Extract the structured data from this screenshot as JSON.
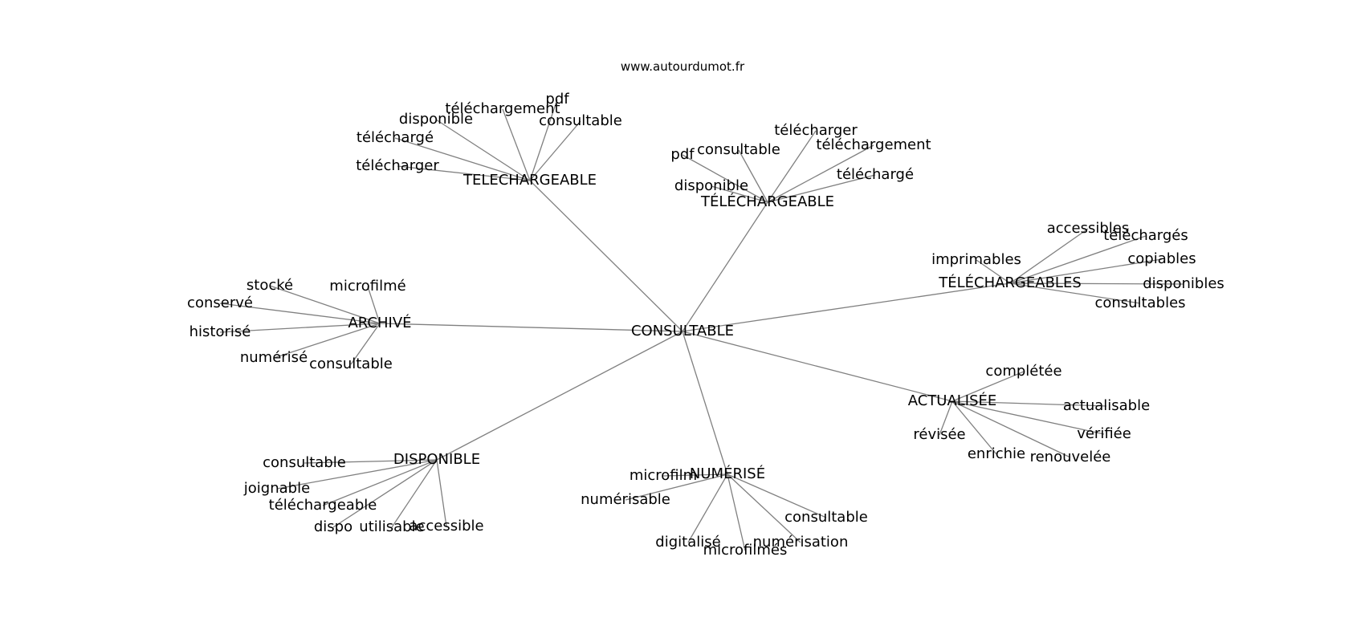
{
  "site": "www.autourdumot.fr",
  "colors": {
    "edge": "#808080",
    "text": "#000000",
    "background": "#ffffff"
  },
  "graph": {
    "root": "CONSULTABLE",
    "nodes": [
      {
        "id": "consultable_root",
        "label": "CONSULTABLE"
      },
      {
        "id": "telechargeable1",
        "label": "TELECHARGEABLE"
      },
      {
        "id": "telechargeable2",
        "label": "TÉLÉCHARGEABLE"
      },
      {
        "id": "telechargeables",
        "label": "TÉLÉCHARGEABLES"
      },
      {
        "id": "archive",
        "label": "ARCHIVÉ"
      },
      {
        "id": "actualisee",
        "label": "ACTUALISÉE"
      },
      {
        "id": "disponible",
        "label": "DISPONIBLE"
      },
      {
        "id": "numerise",
        "label": "NUMÉRISÉ"
      },
      {
        "id": "t1_pdf",
        "label": "pdf"
      },
      {
        "id": "t1_telechargement",
        "label": "téléchargement"
      },
      {
        "id": "t1_consultable",
        "label": "consultable"
      },
      {
        "id": "t1_disponible",
        "label": "disponible"
      },
      {
        "id": "t1_telecharge",
        "label": "téléchargé"
      },
      {
        "id": "t1_telecharger",
        "label": "télécharger"
      },
      {
        "id": "t2_pdf",
        "label": "pdf"
      },
      {
        "id": "t2_consultable",
        "label": "consultable"
      },
      {
        "id": "t2_telecharger",
        "label": "télécharger"
      },
      {
        "id": "t2_telechargement",
        "label": "téléchargement"
      },
      {
        "id": "t2_telecharge",
        "label": "téléchargé"
      },
      {
        "id": "t2_disponible",
        "label": "disponible"
      },
      {
        "id": "ts_accessibles",
        "label": "accessibles"
      },
      {
        "id": "ts_telecharges",
        "label": "téléchargés"
      },
      {
        "id": "ts_imprimables",
        "label": "imprimables"
      },
      {
        "id": "ts_copiables",
        "label": "copiables"
      },
      {
        "id": "ts_disponibles",
        "label": "disponibles"
      },
      {
        "id": "ts_consultables",
        "label": "consultables"
      },
      {
        "id": "a_stocke",
        "label": "stocké"
      },
      {
        "id": "a_microfilme",
        "label": "microfilmé"
      },
      {
        "id": "a_conserve",
        "label": "conservé"
      },
      {
        "id": "a_historise",
        "label": "historisé"
      },
      {
        "id": "a_numerise",
        "label": "numérisé"
      },
      {
        "id": "a_consultable",
        "label": "consultable"
      },
      {
        "id": "ac_completee",
        "label": "complétée"
      },
      {
        "id": "ac_actualisable",
        "label": "actualisable"
      },
      {
        "id": "ac_revisee",
        "label": "révisée"
      },
      {
        "id": "ac_verifiee",
        "label": "vérifiée"
      },
      {
        "id": "ac_enrichie",
        "label": "enrichie"
      },
      {
        "id": "ac_renouvelee",
        "label": "renouvelée"
      },
      {
        "id": "d_consultable",
        "label": "consultable"
      },
      {
        "id": "d_joignable",
        "label": "joignable"
      },
      {
        "id": "d_telechargeable",
        "label": "téléchargeable"
      },
      {
        "id": "d_dispo",
        "label": "dispo"
      },
      {
        "id": "d_utilisable",
        "label": "utilisable"
      },
      {
        "id": "d_accessible",
        "label": "accessible"
      },
      {
        "id": "n_microfilm",
        "label": "microfilm"
      },
      {
        "id": "n_numerisable",
        "label": "numérisable"
      },
      {
        "id": "n_consultable",
        "label": "consultable"
      },
      {
        "id": "n_digitalise",
        "label": "digitalisé"
      },
      {
        "id": "n_numerisation",
        "label": "numérisation"
      },
      {
        "id": "n_microfilmes",
        "label": "microfilmés"
      }
    ],
    "edges": [
      [
        "consultable_root",
        "telechargeable1"
      ],
      [
        "consultable_root",
        "telechargeable2"
      ],
      [
        "consultable_root",
        "telechargeables"
      ],
      [
        "consultable_root",
        "archive"
      ],
      [
        "consultable_root",
        "actualisee"
      ],
      [
        "consultable_root",
        "disponible"
      ],
      [
        "consultable_root",
        "numerise"
      ],
      [
        "telechargeable1",
        "t1_pdf"
      ],
      [
        "telechargeable1",
        "t1_telechargement"
      ],
      [
        "telechargeable1",
        "t1_consultable"
      ],
      [
        "telechargeable1",
        "t1_disponible"
      ],
      [
        "telechargeable1",
        "t1_telecharge"
      ],
      [
        "telechargeable1",
        "t1_telecharger"
      ],
      [
        "telechargeable2",
        "t2_pdf"
      ],
      [
        "telechargeable2",
        "t2_consultable"
      ],
      [
        "telechargeable2",
        "t2_telecharger"
      ],
      [
        "telechargeable2",
        "t2_telechargement"
      ],
      [
        "telechargeable2",
        "t2_telecharge"
      ],
      [
        "telechargeable2",
        "t2_disponible"
      ],
      [
        "telechargeables",
        "ts_accessibles"
      ],
      [
        "telechargeables",
        "ts_telecharges"
      ],
      [
        "telechargeables",
        "ts_imprimables"
      ],
      [
        "telechargeables",
        "ts_copiables"
      ],
      [
        "telechargeables",
        "ts_disponibles"
      ],
      [
        "telechargeables",
        "ts_consultables"
      ],
      [
        "archive",
        "a_stocke"
      ],
      [
        "archive",
        "a_microfilme"
      ],
      [
        "archive",
        "a_conserve"
      ],
      [
        "archive",
        "a_historise"
      ],
      [
        "archive",
        "a_numerise"
      ],
      [
        "archive",
        "a_consultable"
      ],
      [
        "actualisee",
        "ac_completee"
      ],
      [
        "actualisee",
        "ac_actualisable"
      ],
      [
        "actualisee",
        "ac_revisee"
      ],
      [
        "actualisee",
        "ac_verifiee"
      ],
      [
        "actualisee",
        "ac_enrichie"
      ],
      [
        "actualisee",
        "ac_renouvelee"
      ],
      [
        "disponible",
        "d_consultable"
      ],
      [
        "disponible",
        "d_joignable"
      ],
      [
        "disponible",
        "d_telechargeable"
      ],
      [
        "disponible",
        "d_dispo"
      ],
      [
        "disponible",
        "d_utilisable"
      ],
      [
        "disponible",
        "d_accessible"
      ],
      [
        "numerise",
        "n_microfilm"
      ],
      [
        "numerise",
        "n_numerisable"
      ],
      [
        "numerise",
        "n_consultable"
      ],
      [
        "numerise",
        "n_digitalise"
      ],
      [
        "numerise",
        "n_numerisation"
      ],
      [
        "numerise",
        "n_microfilmes"
      ]
    ]
  }
}
